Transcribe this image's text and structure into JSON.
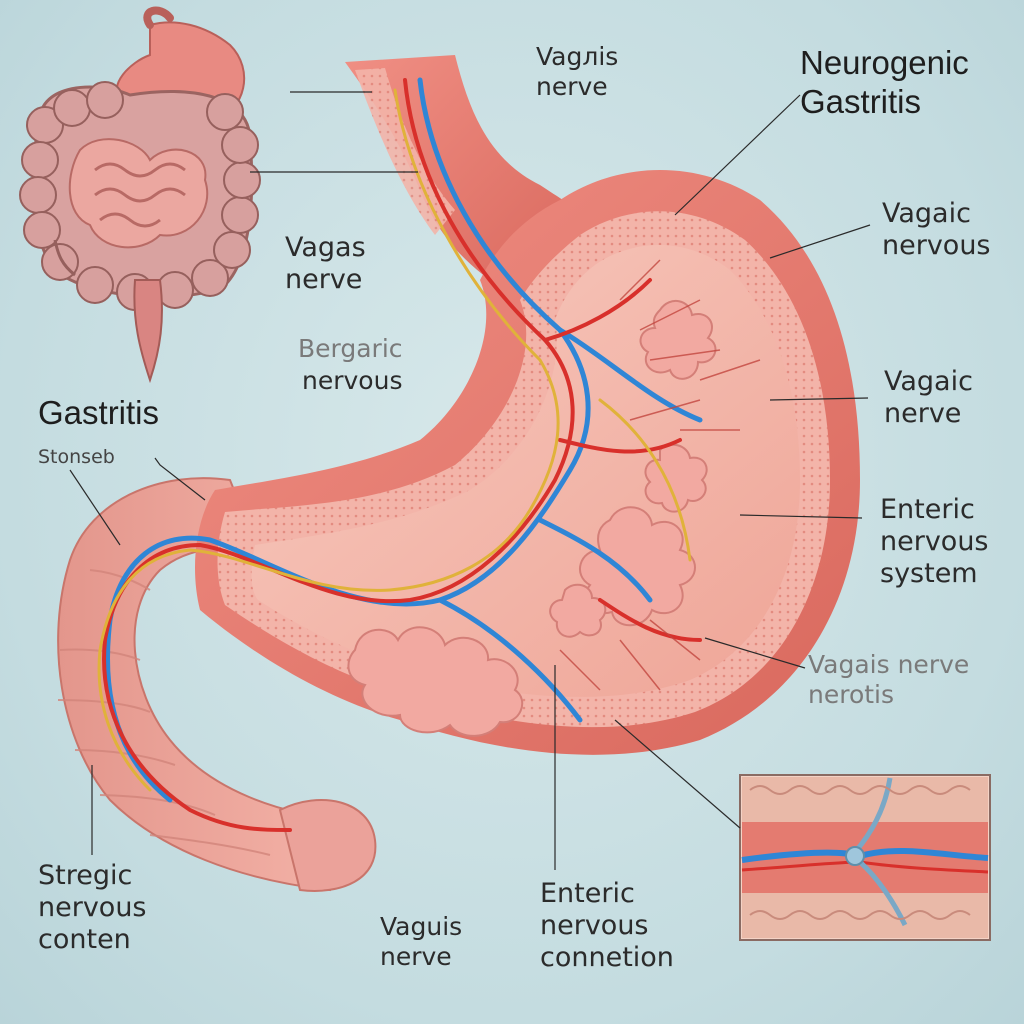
{
  "labels": {
    "vagis_top": [
      "Vagлis",
      "nerve"
    ],
    "neurogenic_gastritis": [
      "Neurogenic",
      "Gastritis"
    ],
    "vagas_left": [
      "Vagas",
      "nerve"
    ],
    "bergaric": "Bergaric",
    "nervous_left": "nervous",
    "vagaic_nervous": [
      "Vagaic",
      "nervous"
    ],
    "vagaic_nerve": [
      "Vagaic",
      "nerve"
    ],
    "gastritis": "Gastritis",
    "stonseb": "Stonseb",
    "enteric_nervous_system": [
      "Enteric",
      "nervous",
      "system"
    ],
    "vagais_nerve_nerotis": [
      "Vagais nerve",
      "nerotis"
    ],
    "stregic_nervous_conten": [
      "Stregic",
      "nervous",
      "conten"
    ],
    "vaguis_nerve": [
      "Vaguis",
      "nerve"
    ],
    "enteric_nervous_connetion": [
      "Enteric",
      "nervous",
      "connetion"
    ]
  },
  "colors": {
    "background": "#c4dce0",
    "stomach_outer": "#e57d72",
    "stomach_wall": "#f1a99e",
    "stomach_inner": "#f4c0b5",
    "nerve_blue": "#2f86d6",
    "nerve_red": "#d8302b",
    "nerve_yellow": "#e0b23a",
    "intestine": "#c98a88",
    "leader_line": "#2a2a2a"
  },
  "icons": {
    "inset_illustration": "digestive-system-icon",
    "magnified_inset": "nerve-crosssection-icon"
  }
}
